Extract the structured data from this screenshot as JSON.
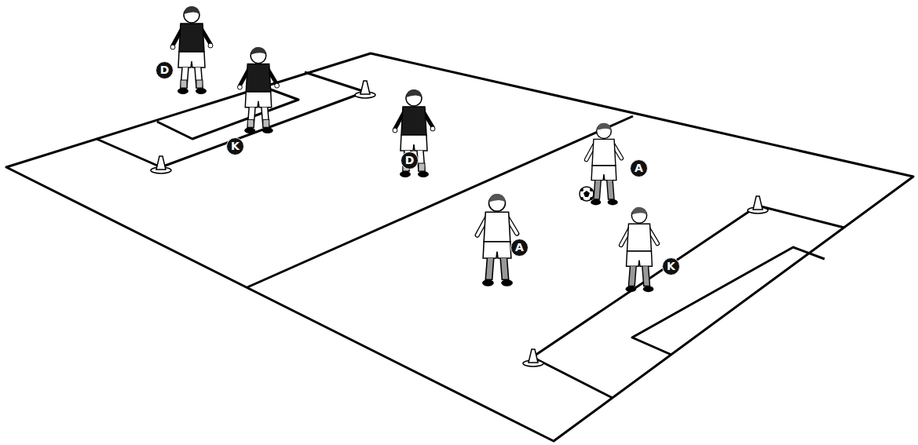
{
  "diagram": {
    "labels": [
      "D",
      "K",
      "D",
      "A",
      "A",
      "K"
    ]
  }
}
